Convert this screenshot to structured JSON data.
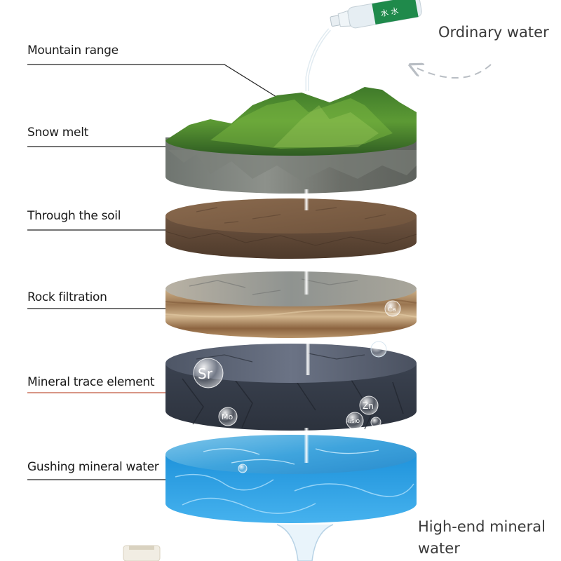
{
  "labels": {
    "mountain": "Mountain range",
    "snow": "Snow melt",
    "soil": "Through the soil",
    "rock": "Rock filtration",
    "mineral": "Mineral trace element",
    "gushing": "Gushing mineral water"
  },
  "ordinary_water": "Ordinary water",
  "high_end": {
    "line1": "High-end mineral",
    "line2": "water"
  },
  "bubbles": {
    "ca": "Ca",
    "sr": "Sr",
    "mo": "Mo",
    "zn": "Zn",
    "h2sio3": "H₂SiO"
  },
  "colors": {
    "mineral_line": "#c0573e",
    "leader_line": "#222222",
    "arrow": "#b9bec4"
  }
}
